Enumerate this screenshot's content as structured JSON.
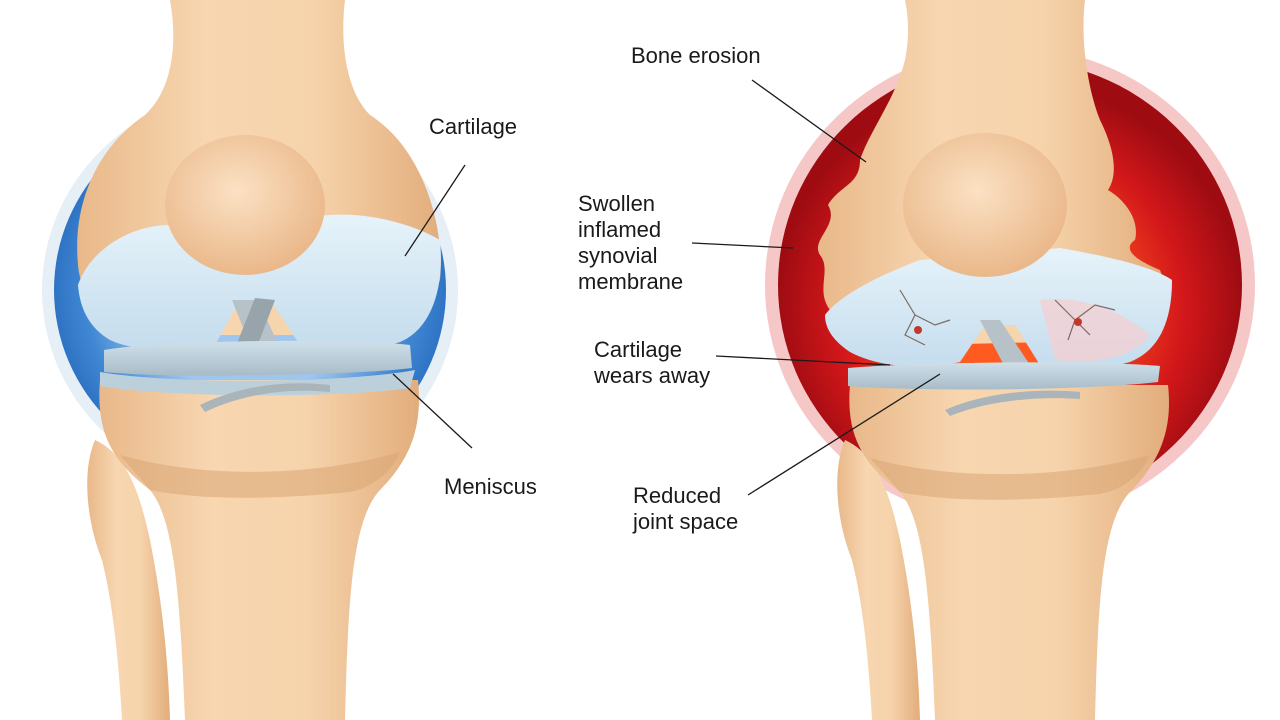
{
  "labels": {
    "cartilage": "Cartilage",
    "meniscus": "Meniscus",
    "bone_erosion": "Bone erosion",
    "swollen_lines": [
      "Swollen",
      "inflamed",
      "synovial",
      "membrane"
    ],
    "cartilage_wears_lines": [
      "Cartilage",
      "wears away"
    ],
    "reduced_lines": [
      "Reduced",
      "joint space"
    ]
  },
  "colors": {
    "background": "#ffffff",
    "bone": "#f3c99e",
    "bone_shadow": "#d9a674",
    "cartilage": "#d6e9f4",
    "healthy_halo": "#4a8fd6",
    "inflamed_halo": "#c8141a",
    "ligament": "#a9b4bb",
    "leader_line": "#1a1a1a"
  }
}
